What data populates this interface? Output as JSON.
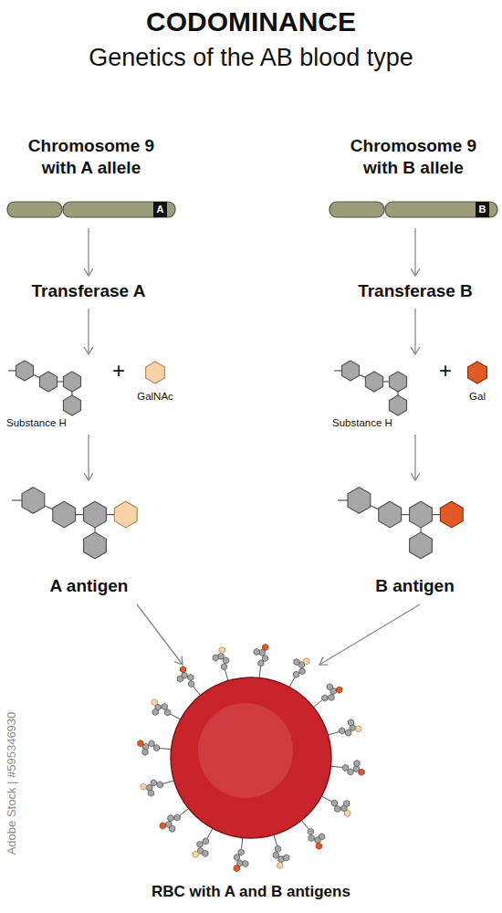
{
  "diagram": {
    "title": "CODOMINANCE",
    "nodes": [
      {
        "text": [
          "Chromosome 9 with A allele",
          "A"
        ]
      },
      {
        "text": [
          "Transferase A"
        ]
      },
      {
        "text": [
          "Substance H"
        ]
      },
      {
        "text": [
          "GalNAc"
        ]
      },
      {
        "text": [
          "A antigen"
        ]
      },
      {
        "text": [
          "Chromosome 9 with B allele",
          "B"
        ]
      },
      {
        "text": [
          "Transferase B"
        ]
      },
      {
        "text": [
          "Substance H"
        ]
      },
      {
        "text": [
          "Gal"
        ]
      },
      {
        "text": [
          "B antigen"
        ]
      },
      {
        "text": [
          "RBC with A and B antigens"
        ]
      }
    ],
    "edges": [
      {
        "from": 0,
        "to": 1,
        "arrow": "to"
      },
      {
        "from": 1,
        "to": 2,
        "arrow": "to"
      },
      {
        "from": 2,
        "to": 4,
        "arrow": "to"
      },
      {
        "from": 5,
        "to": 6,
        "arrow": "to"
      },
      {
        "from": 6,
        "to": 7,
        "arrow": "to"
      },
      {
        "from": 7,
        "to": 9,
        "arrow": "to"
      },
      {
        "from": 4,
        "to": 10,
        "arrow": "to"
      },
      {
        "from": 9,
        "to": 10,
        "arrow": "to"
      }
    ],
    "labels": [
      "Genetics of the AB blood type",
      "+",
      "+",
      "Adobe Stock | #595346930"
    ]
  }
}
